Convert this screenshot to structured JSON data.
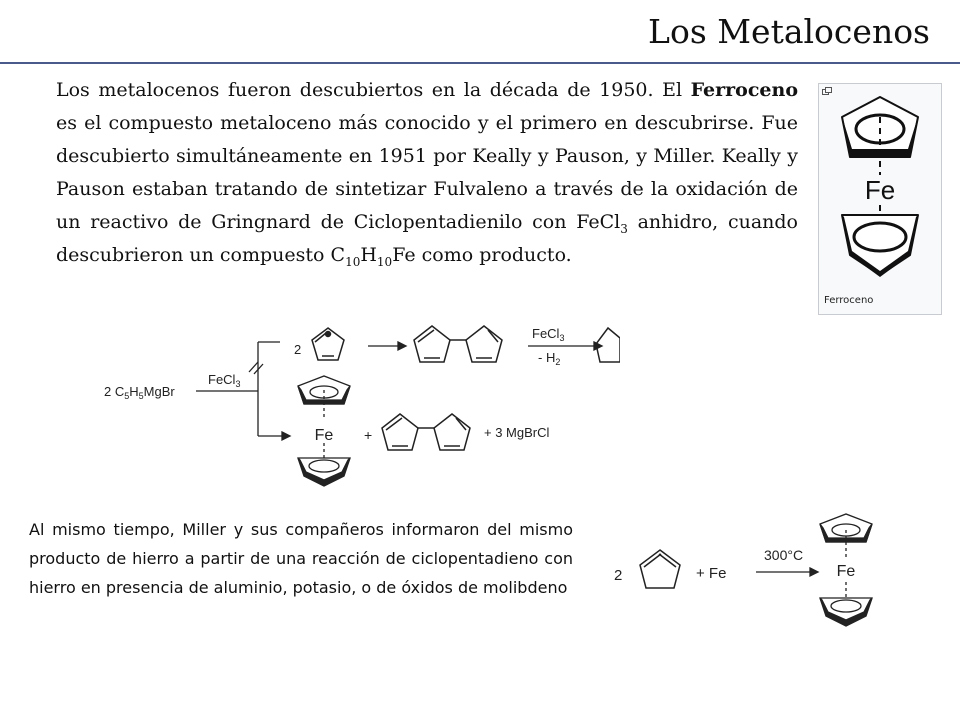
{
  "title": "Los Metalocenos",
  "intro": {
    "before_bold": "Los metalocenos fueron descubiertos en la década de 1950. El ",
    "bold": "Ferroceno",
    "middle": " es el compuesto metaloceno más conocido y el primero en descubrirse. Fue descubierto simultáneamente en 1951 por Keally y Pauson,  y Miller. Keally y Pauson estaban tratando de sintetizar Fulvaleno a través de la oxidación de un reactivo de Gringnard de Ciclopentadienilo con FeCl",
    "sub1": "3",
    "mid2": " anhidro, cuando descubrieron un compuesto C",
    "sub2": "10",
    "mid3": "H",
    "sub3": "10",
    "end": "Fe como producto."
  },
  "figure": {
    "atom_label": "Fe",
    "caption": "Ferroceno"
  },
  "scheme1": {
    "reagent": "2 C5H5MgBr",
    "reagent_parts": [
      "2 C",
      "5",
      "H",
      "5",
      "MgBr"
    ],
    "condition": "FeCl3",
    "condition_parts": [
      "FeCl",
      "3"
    ],
    "coef_radical": "2",
    "oxidation_top": "FeCl3",
    "oxidation_top_parts": [
      "FeCl",
      "3"
    ],
    "oxidation_bottom": "- H2",
    "oxidation_bottom_parts": [
      "- H",
      "2"
    ],
    "ferrocene_label": "Fe",
    "plus": "+",
    "byproduct": "+ 3 MgBrCl"
  },
  "paragraph2": "Al mismo tiempo, Miller y sus compañeros informaron del mismo producto de hierro a partir de una reacción de ciclopentadieno con hierro en presencia de aluminio, potasio, o de óxidos de molibdeno",
  "scheme2": {
    "coef": "2",
    "reactant": "+ Fe",
    "condition": "300°C",
    "product_label": "Fe"
  }
}
